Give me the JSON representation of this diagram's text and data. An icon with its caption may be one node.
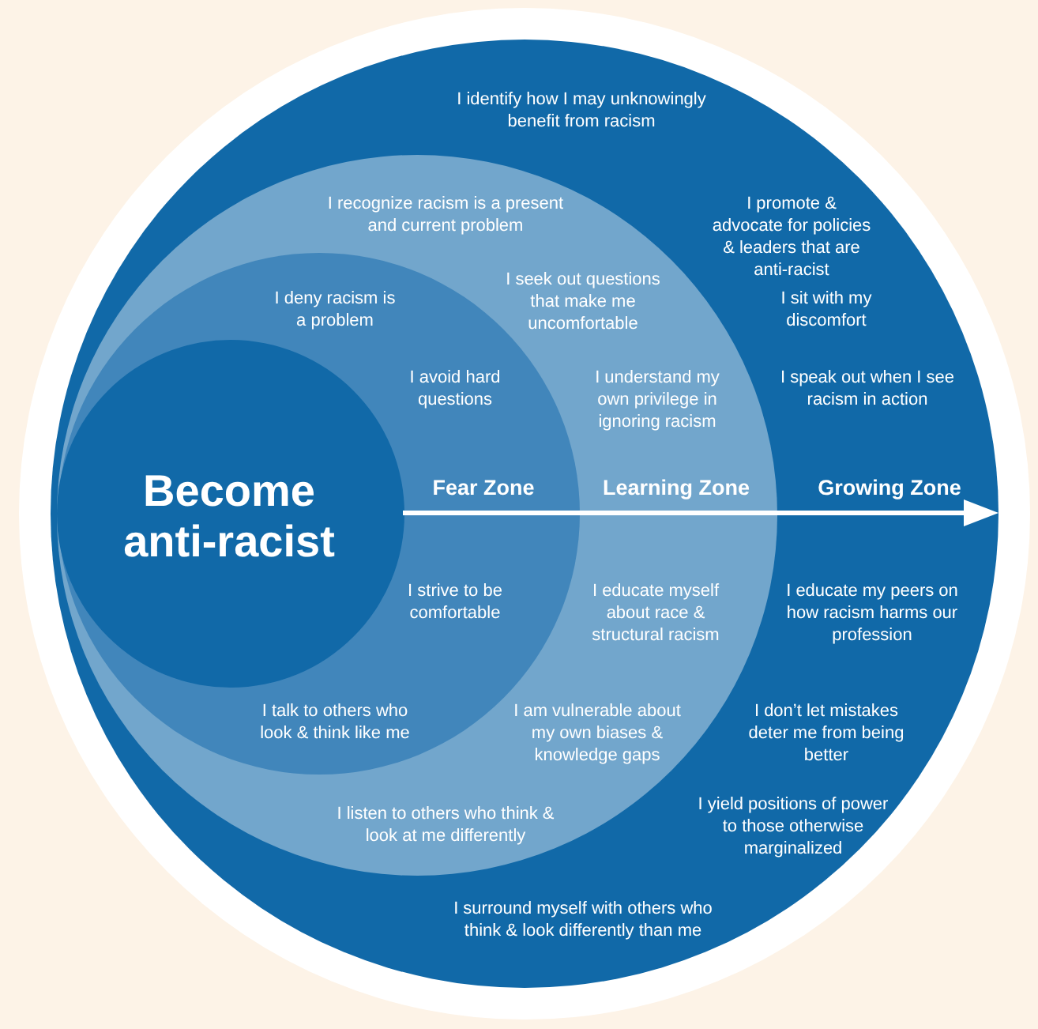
{
  "diagram": {
    "nodes": [
      {
        "text": [
          "Growing Zone",
          "I identify how I may unknowingly benefit from racism",
          "I promote & advocate for policies & leaders that are anti-racist",
          "I sit with my discomfort",
          "I speak out when I see racism in action",
          "I educate my peers on how racism harms our profession",
          "I don’t let mistakes deter me from being better",
          "I yield positions of power to those otherwise marginalized",
          "I surround myself with others who think & look differently than me"
        ]
      },
      {
        "text": [
          "Learning Zone",
          "I recognize racism is a present and current problem",
          "I seek out questions that make me uncomfortable",
          "I understand my own privilege in ignoring racism",
          "I educate myself about race & structural racism",
          "I am vulnerable about my own biases & knowledge gaps",
          "I listen to others who think & look at me differently"
        ],
        "in": 0
      },
      {
        "text": [
          "Fear Zone",
          "I deny racism is a problem",
          "I avoid hard questions",
          "I strive to be comfortable",
          "I talk to others who look & think like me"
        ],
        "in": 1
      },
      {
        "text": [
          "Become anti-racist"
        ],
        "in": 2
      }
    ],
    "edges": []
  }
}
